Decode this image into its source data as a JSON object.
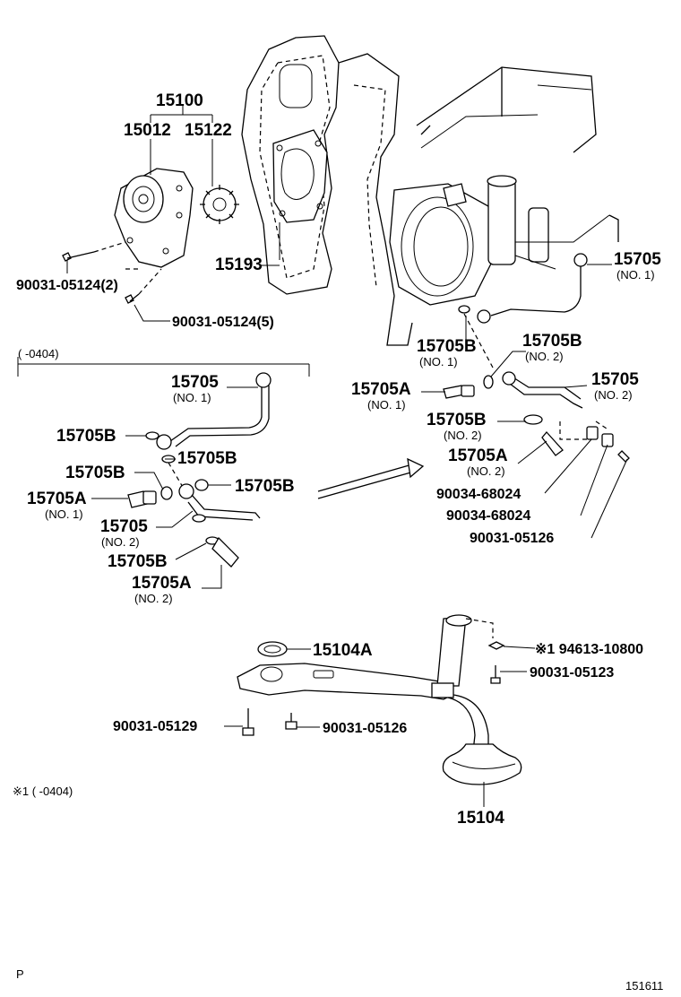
{
  "callouts": {
    "p15100": "15100",
    "p15012": "15012",
    "p15122": "15122",
    "p15193": "15193",
    "bolt_wp2": "90031-05124(2)",
    "bolt_wp5": "90031-05124(5)",
    "pipe_r": {
      "num": "15705",
      "sub": "(NO. 1)"
    },
    "washer_r1": {
      "num": "15705B",
      "sub": "(NO. 1)"
    },
    "washer_r2": {
      "num": "15705B",
      "sub": "(NO. 2)"
    },
    "unionbolt_r1": {
      "num": "15705A",
      "sub": "(NO. 1)"
    },
    "pipe_r2": {
      "num": "15705",
      "sub": "(NO. 2)"
    },
    "washer_r2b": {
      "num": "15705B",
      "sub": "(NO. 2)"
    },
    "unionbolt_r2": {
      "num": "15705A",
      "sub": "(NO. 2)"
    },
    "clamp1": "90034-68024",
    "clamp2": "90034-68024",
    "bolt_clamp": "90031-05126",
    "range_left": "(        -0404)",
    "pipe_l1": {
      "num": "15705",
      "sub": "(NO. 1)"
    },
    "washer_l1": "15705B",
    "washer_l2": "15705B",
    "washer_l3": "15705B",
    "washer_l4": "15705B",
    "washer_l5": "15705B",
    "unionbolt_l1": {
      "num": "15705A",
      "sub": "(NO. 1)"
    },
    "pipe_l2": {
      "num": "15705",
      "sub": "(NO. 2)"
    },
    "unionbolt_l2": {
      "num": "15705A",
      "sub": "(NO. 2)"
    },
    "gasket": "15104A",
    "nut": "※1  94613-10800",
    "bolt_s1": "90031-05123",
    "bolt_s2": "90031-05129",
    "bolt_s3": "90031-05126",
    "strainer": "15104"
  },
  "footnote": "※1 (        -0404)",
  "corner_letter": "P",
  "figure_id": "151611"
}
